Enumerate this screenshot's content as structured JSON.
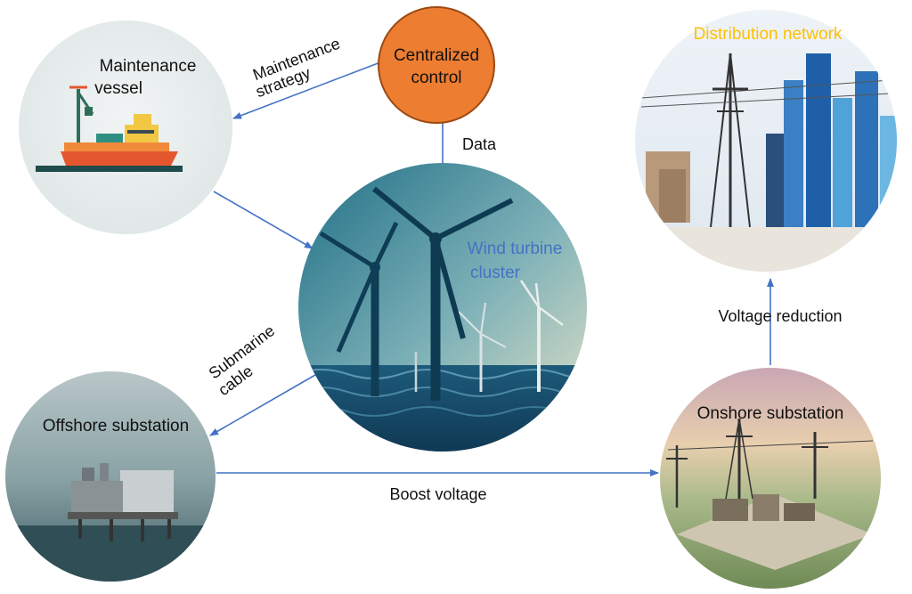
{
  "nodes": {
    "centralized_control": {
      "line1": "Centralized",
      "line2": "control",
      "fill": "#ed7d31"
    },
    "maintenance_vessel": {
      "line1": "Maintenance",
      "line2": "vessel"
    },
    "wind_cluster": {
      "line1": "Wind turbine",
      "line2": "cluster",
      "label_color": "#4472c4"
    },
    "distribution_network": {
      "label": "Distribution network",
      "label_color": "#ffc000"
    },
    "offshore_substation": {
      "label": "Offshore substation"
    },
    "onshore_substation": {
      "label": "Onshore substation"
    }
  },
  "edges": {
    "maintenance_strategy": {
      "line1": "Maintenance",
      "line2": "strategy"
    },
    "data": {
      "label": "Data"
    },
    "submarine_cable": {
      "line1": "Submarine",
      "line2": "cable"
    },
    "boost_voltage": {
      "label": "Boost voltage"
    },
    "voltage_reduction": {
      "label": "Voltage reduction"
    }
  },
  "colors": {
    "arrow": "#4472c4",
    "text": "#111111"
  }
}
